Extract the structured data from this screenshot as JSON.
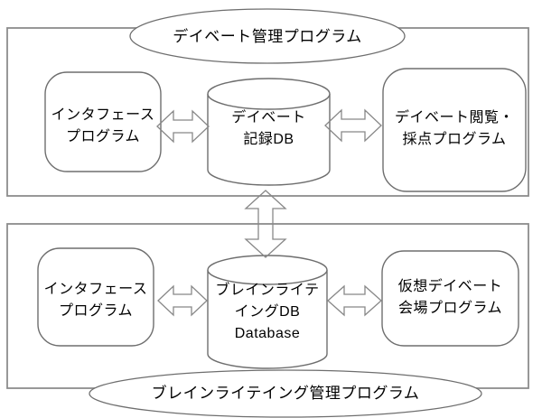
{
  "diagram": {
    "colors": {
      "frame_stroke": "#8c8c8c",
      "shape_stroke": "#6e6e6e",
      "arrow_stroke": "#888888",
      "fill": "#ffffff",
      "text": "#000000"
    },
    "debate_section": {
      "title": "デイベート管理プログラム",
      "interface_program": "インタフェース\nプログラム",
      "record_db": "デイベート\n記録DB",
      "viewer_program": "デイベート閲覧・\n採点プログラム"
    },
    "brainwriting_section": {
      "title": "ブレインライテイング管理プログラム",
      "interface_program": "インタフェース\nプログラム",
      "db": "ブレインライテ\nイングDB\nDatabase",
      "venue_program": "仮想デイベート\n会場プログラム"
    }
  }
}
